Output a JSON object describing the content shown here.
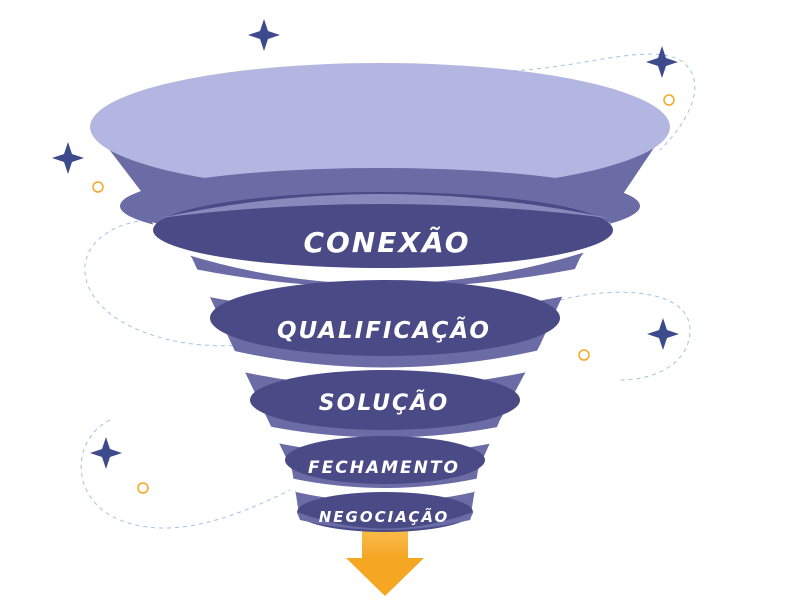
{
  "funnel": {
    "stages": [
      {
        "label": "CONEXÃO"
      },
      {
        "label": "QUALIFICAÇÃO"
      },
      {
        "label": "SOLUÇÃO"
      },
      {
        "label": "FECHAMENTO"
      },
      {
        "label": "NEGOCIAÇÃO"
      }
    ]
  },
  "colors": {
    "funnel_dark": "#5a5a96",
    "funnel_band": "#4a4a86",
    "funnel_light": "#b3b6e0",
    "funnel_mid": "#6b6ba6",
    "arrow_top": "#fde08a",
    "arrow_bottom": "#f5a623",
    "sparkle": "#3d4a8c",
    "circle": "#f5a623",
    "dashed": "#9fc3e6"
  },
  "decorations": {
    "sparkle_icon": "four-point-star",
    "circle_icon": "ring"
  }
}
